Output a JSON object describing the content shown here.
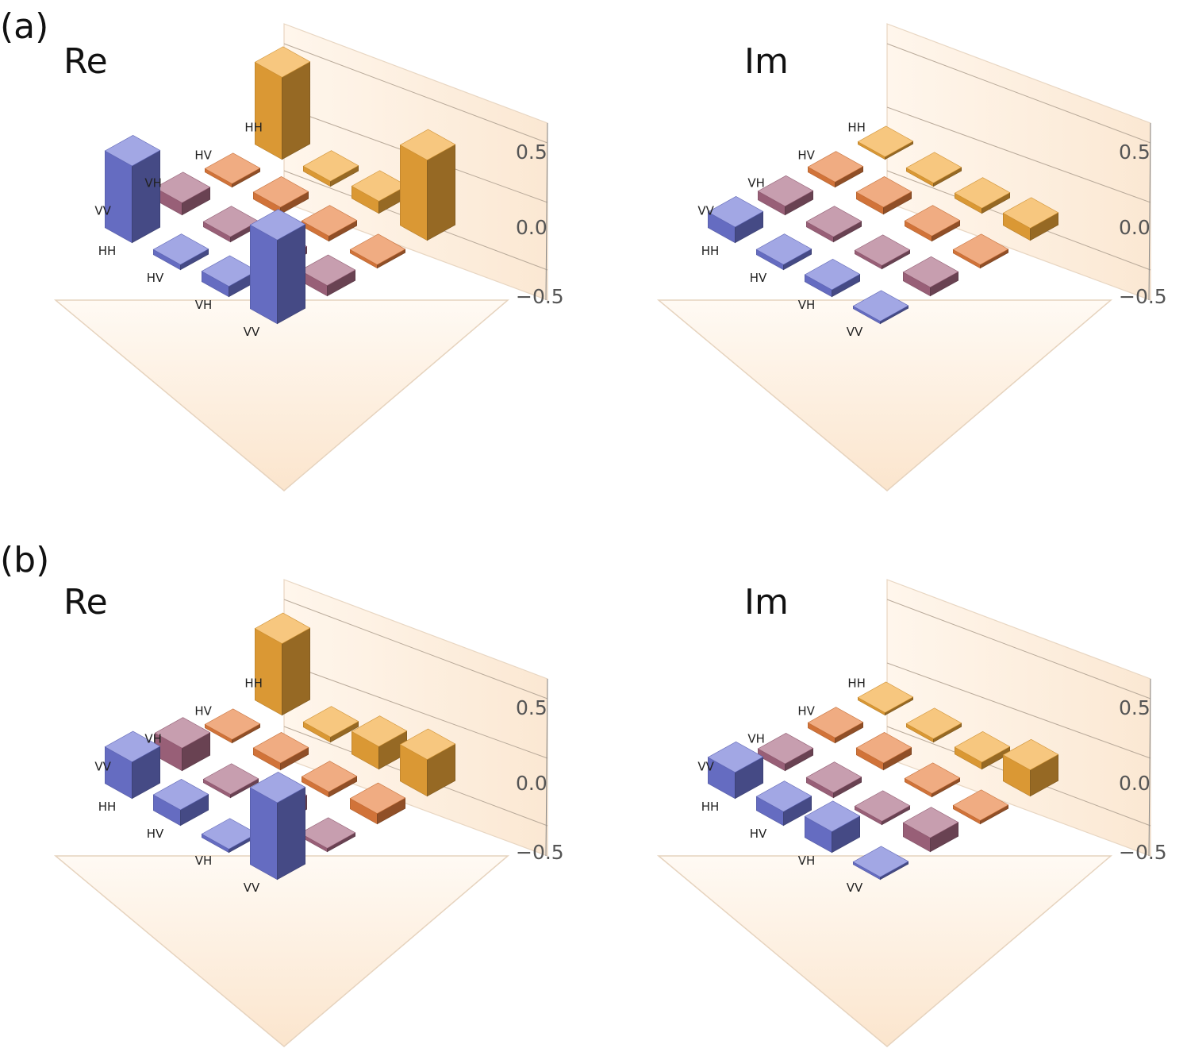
{
  "panels": [
    {
      "label": "(a)"
    },
    {
      "label": "(b)"
    }
  ],
  "colors": {
    "row1": "#f2a93a",
    "row2": "#e8803f",
    "row3": "#a96a84",
    "row4": "#7078d6",
    "floor": "#fdf1e3",
    "wall": "#fdf3e8"
  },
  "chart_data": [
    {
      "type": "bar3d",
      "panel": "(a)",
      "title": "Re",
      "basis": [
        "HH",
        "HV",
        "VH",
        "VV"
      ],
      "zticks": [
        "0.5",
        "0.0",
        "−0.5"
      ],
      "zlim": [
        -0.5,
        0.5
      ],
      "matrix": [
        [
          0.47,
          0.03,
          0.07,
          0.46
        ],
        [
          0.02,
          0.04,
          0.03,
          0.02
        ],
        [
          0.07,
          0.03,
          0.04,
          0.06
        ],
        [
          0.44,
          0.03,
          0.06,
          0.48
        ]
      ]
    },
    {
      "type": "bar3d",
      "panel": "(a)",
      "title": "Im",
      "basis": [
        "HH",
        "HV",
        "VH",
        "VV"
      ],
      "zticks": [
        "0.5",
        "0.0",
        "−0.5"
      ],
      "zlim": [
        -0.5,
        0.5
      ],
      "matrix": [
        [
          0.0,
          0.02,
          0.03,
          0.07
        ],
        [
          0.03,
          0.04,
          0.03,
          0.02
        ],
        [
          0.05,
          0.03,
          0.02,
          0.05
        ],
        [
          0.09,
          0.03,
          0.04,
          0.01
        ]
      ]
    },
    {
      "type": "bar3d",
      "panel": "(b)",
      "title": "Re",
      "basis": [
        "HH",
        "HV",
        "VH",
        "VV"
      ],
      "zticks": [
        "0.5",
        "0.0",
        "−0.5"
      ],
      "zlim": [
        -0.5,
        0.5
      ],
      "matrix": [
        [
          0.41,
          0.03,
          0.13,
          0.21
        ],
        [
          0.02,
          0.04,
          0.03,
          0.06
        ],
        [
          0.13,
          0.02,
          0.08,
          0.02
        ],
        [
          0.21,
          0.09,
          0.02,
          0.44
        ]
      ]
    },
    {
      "type": "bar3d",
      "panel": "(b)",
      "title": "Im",
      "basis": [
        "HH",
        "HV",
        "VH",
        "VV"
      ],
      "zticks": [
        "0.5",
        "0.0",
        "−0.5"
      ],
      "zlim": [
        -0.5,
        0.5
      ],
      "matrix": [
        [
          0.0,
          0.02,
          0.04,
          0.15
        ],
        [
          0.03,
          0.04,
          0.02,
          0.02
        ],
        [
          0.04,
          0.03,
          0.02,
          0.08
        ],
        [
          0.15,
          0.08,
          0.12,
          0.01
        ]
      ]
    }
  ]
}
